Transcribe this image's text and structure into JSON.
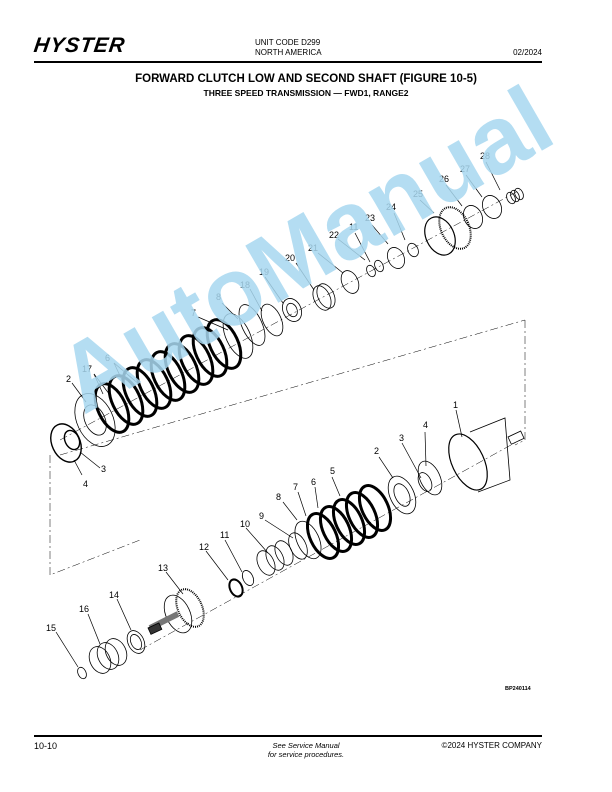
{
  "header": {
    "logo": "HYSTER",
    "unit_code": "UNIT CODE D299",
    "region": "NORTH AMERICA",
    "date": "02/2024"
  },
  "title": {
    "main": "FORWARD CLUTCH LOW AND SECOND SHAFT (FIGURE 10-5)",
    "sub": "THREE SPEED TRANSMISSION — FWD1, RANGE2"
  },
  "diagram": {
    "figure_id": "BP240114",
    "callouts_upper": [
      "28",
      "27",
      "26",
      "25",
      "24",
      "23",
      "11",
      "22",
      "21",
      "20",
      "19",
      "18",
      "8",
      "7",
      "6",
      "17",
      "2",
      "3",
      "4"
    ],
    "callouts_lower": [
      "1",
      "4",
      "3",
      "2",
      "5",
      "6",
      "7",
      "8",
      "9",
      "10",
      "11",
      "12",
      "13",
      "14",
      "16",
      "15"
    ]
  },
  "watermark": "AutoManual",
  "footer": {
    "page": "10-10",
    "note_line1": "See Service Manual",
    "note_line2": "for service procedures.",
    "copyright": "©2024 HYSTER COMPANY"
  }
}
